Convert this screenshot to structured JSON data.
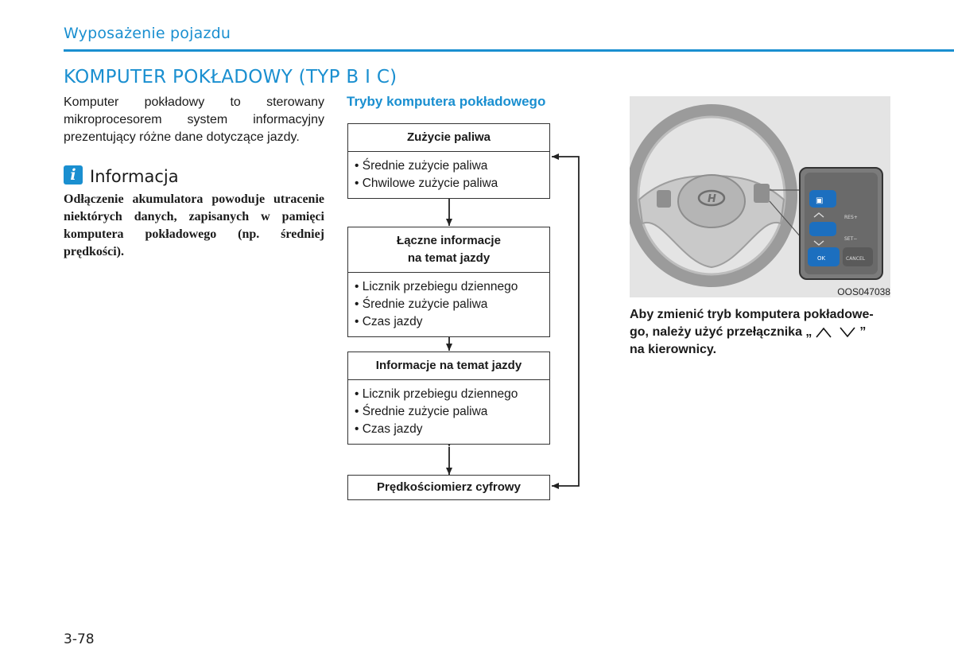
{
  "header": {
    "section_title": "Wyposażenie pojazdu",
    "page_title": "KOMPUTER POKŁADOWY (TYP B I C)",
    "accent_color": "#1a8fd0"
  },
  "left_column": {
    "intro": "Komputer pokładowy to sterowany mikroprocesorem system informacyjny prezentujący różne dane dotyczące jazdy.",
    "info_icon": "info-icon",
    "info_icon_glyph": "i",
    "info_heading": "Informacja",
    "info_body": "Odłączenie akumulatora powoduje utracenie niektórych danych, zapisanych w pamięci komputera pokładowego (np. średniej prędkości)."
  },
  "diagram": {
    "heading": "Tryby komputera pokładowego",
    "boxes": [
      {
        "title": "Zużycie paliwa",
        "items": [
          "Średnie zużycie paliwa",
          "Chwilowe zużycie paliwa"
        ]
      },
      {
        "title_line1": "Łączne informacje",
        "title_line2": "na temat jazdy",
        "items": [
          "Licznik przebiegu dziennego",
          "Średnie zużycie paliwa",
          "Czas jazdy"
        ]
      },
      {
        "title": "Informacje na temat jazdy",
        "items": [
          "Licznik przebiegu dziennego",
          "Średnie zużycie paliwa",
          "Czas jazdy"
        ]
      },
      {
        "title": "Prędkościomierz cyfrowy",
        "items": []
      }
    ]
  },
  "right_column": {
    "image_code": "OOS047038",
    "caption_line1": "Aby zmienić tryb komputera pokładowe-",
    "caption_line2_prefix": "go, należy użyć przełącznika „",
    "caption_line2_suffix": "”",
    "caption_line3": "na kierownicy.",
    "button_ok": "OK",
    "button_cancel": "CANCEL",
    "button_res": "RES+",
    "button_set": "SET−"
  },
  "footer": {
    "page_number": "3-78"
  }
}
